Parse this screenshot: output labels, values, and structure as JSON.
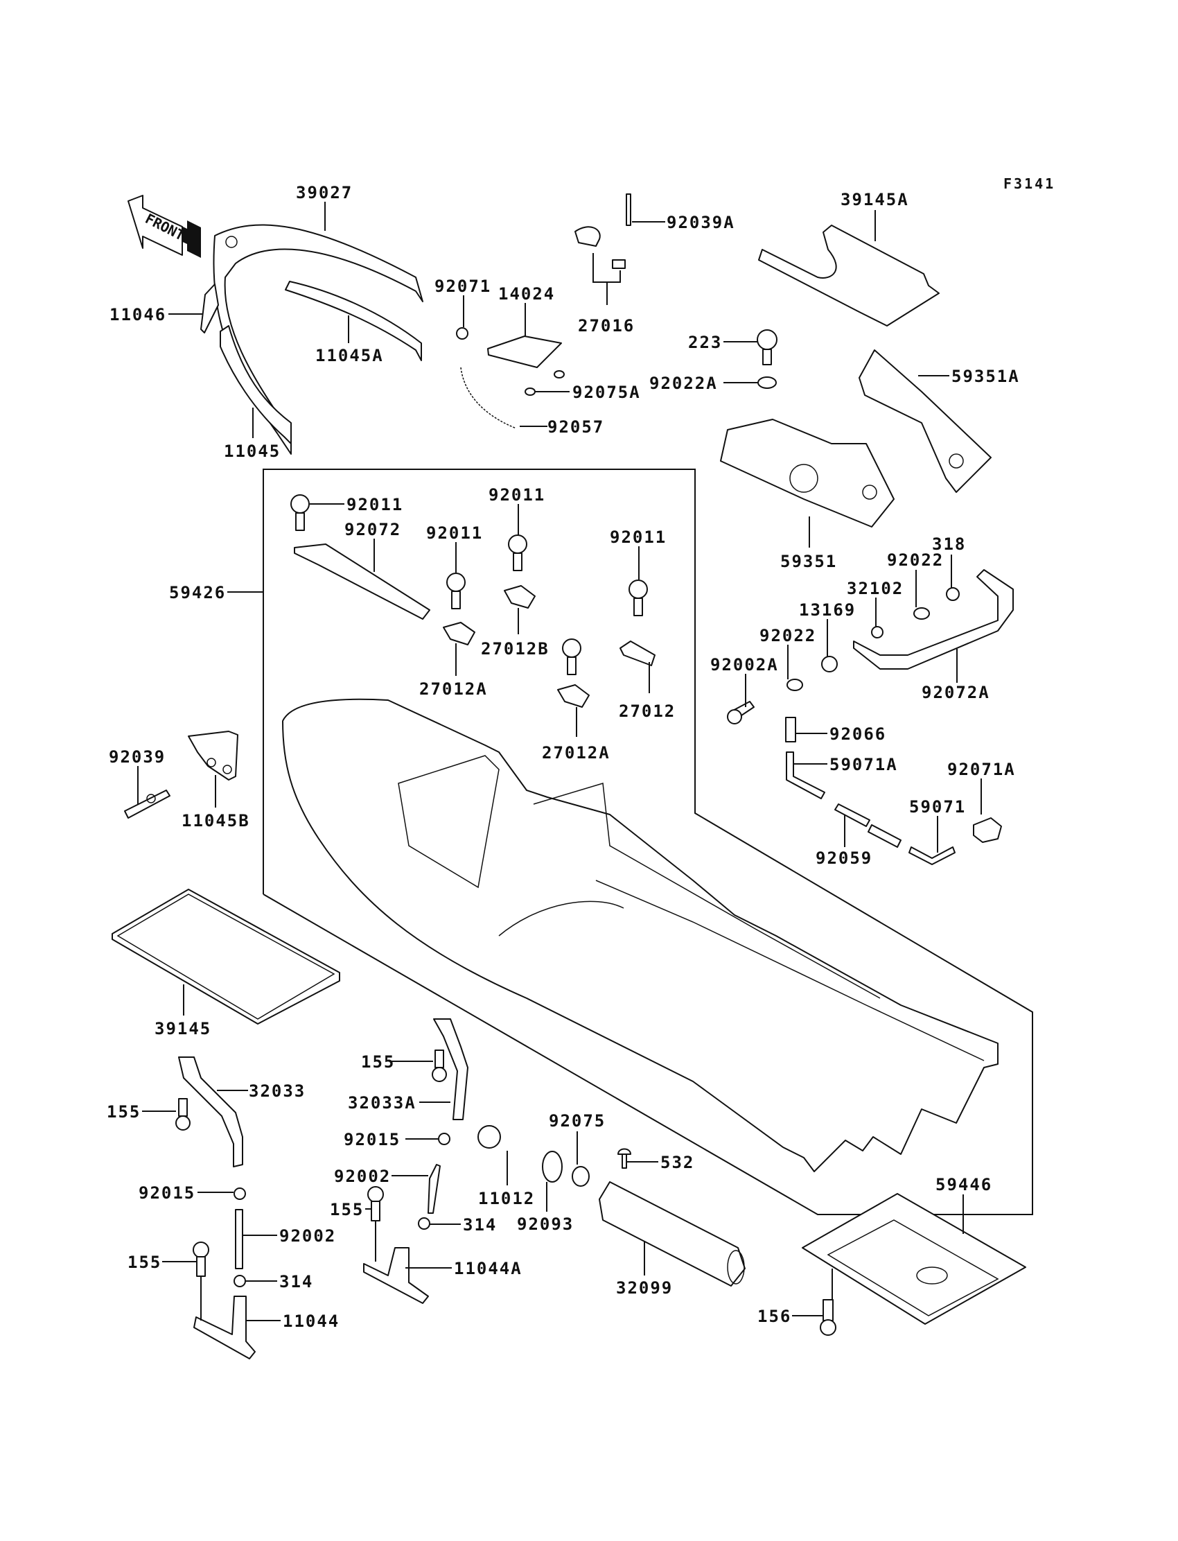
{
  "figure_id": "F3141",
  "front_arrow": {
    "label": "FRONT",
    "icon": "front-direction-arrow"
  },
  "group_bracket_label": "59426",
  "callouts": [
    {
      "id": "c01",
      "part_no": "39027"
    },
    {
      "id": "c02",
      "part_no": "11046"
    },
    {
      "id": "c03",
      "part_no": "11045A"
    },
    {
      "id": "c04",
      "part_no": "11045"
    },
    {
      "id": "c05",
      "part_no": "92071"
    },
    {
      "id": "c06",
      "part_no": "14024"
    },
    {
      "id": "c07",
      "part_no": "92075A"
    },
    {
      "id": "c08",
      "part_no": "92057"
    },
    {
      "id": "c09",
      "part_no": "92039A"
    },
    {
      "id": "c10",
      "part_no": "27016"
    },
    {
      "id": "c11",
      "part_no": "39145A"
    },
    {
      "id": "c12",
      "part_no": "223"
    },
    {
      "id": "c13",
      "part_no": "92022A"
    },
    {
      "id": "c14",
      "part_no": "59351A"
    },
    {
      "id": "c15",
      "part_no": "59351"
    },
    {
      "id": "c16",
      "part_no": "92011"
    },
    {
      "id": "c17",
      "part_no": "92072"
    },
    {
      "id": "c18",
      "part_no": "92011"
    },
    {
      "id": "c19",
      "part_no": "92011"
    },
    {
      "id": "c20",
      "part_no": "92011"
    },
    {
      "id": "c21",
      "part_no": "27012A"
    },
    {
      "id": "c22",
      "part_no": "27012B"
    },
    {
      "id": "c23",
      "part_no": "27012"
    },
    {
      "id": "c24",
      "part_no": "27012A"
    },
    {
      "id": "c25",
      "part_no": "318"
    },
    {
      "id": "c26",
      "part_no": "92022"
    },
    {
      "id": "c27",
      "part_no": "32102"
    },
    {
      "id": "c28",
      "part_no": "13169"
    },
    {
      "id": "c29",
      "part_no": "92022"
    },
    {
      "id": "c30",
      "part_no": "92002A"
    },
    {
      "id": "c31",
      "part_no": "92072A"
    },
    {
      "id": "c32",
      "part_no": "92066"
    },
    {
      "id": "c33",
      "part_no": "59071A"
    },
    {
      "id": "c34",
      "part_no": "92071A"
    },
    {
      "id": "c35",
      "part_no": "59071"
    },
    {
      "id": "c36",
      "part_no": "92059"
    },
    {
      "id": "c37",
      "part_no": "92039"
    },
    {
      "id": "c38",
      "part_no": "11045B"
    },
    {
      "id": "c39",
      "part_no": "39145"
    },
    {
      "id": "c40",
      "part_no": "155"
    },
    {
      "id": "c41",
      "part_no": "32033A"
    },
    {
      "id": "c42",
      "part_no": "92015"
    },
    {
      "id": "c43",
      "part_no": "92002"
    },
    {
      "id": "c44",
      "part_no": "155"
    },
    {
      "id": "c45",
      "part_no": "314"
    },
    {
      "id": "c46",
      "part_no": "11044A"
    },
    {
      "id": "c47",
      "part_no": "11012"
    },
    {
      "id": "c48",
      "part_no": "92093"
    },
    {
      "id": "c49",
      "part_no": "92075"
    },
    {
      "id": "c50",
      "part_no": "532"
    },
    {
      "id": "c51",
      "part_no": "32099"
    },
    {
      "id": "c52",
      "part_no": "59446"
    },
    {
      "id": "c53",
      "part_no": "156"
    },
    {
      "id": "c54",
      "part_no": "32033"
    },
    {
      "id": "c55",
      "part_no": "155"
    },
    {
      "id": "c56",
      "part_no": "92015"
    },
    {
      "id": "c57",
      "part_no": "92002"
    },
    {
      "id": "c58",
      "part_no": "155"
    },
    {
      "id": "c59",
      "part_no": "314"
    },
    {
      "id": "c60",
      "part_no": "11044"
    }
  ]
}
